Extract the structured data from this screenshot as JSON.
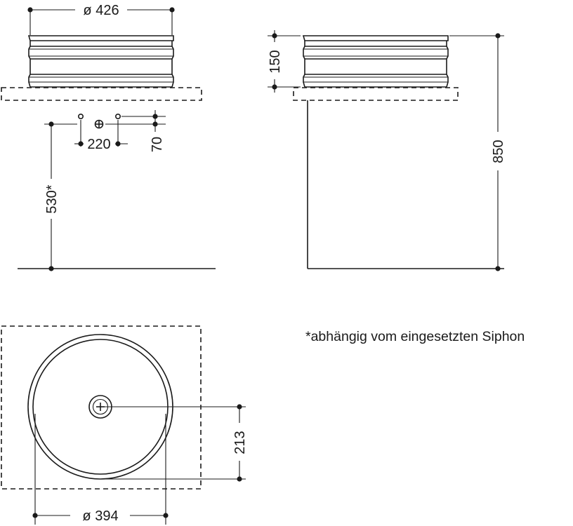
{
  "dimensions": {
    "top_diameter": "ø 426",
    "height_basin": "150",
    "total_height": "850",
    "drain_spacing": "220",
    "drain_offset": "70",
    "siphon_height": "530*",
    "drain_center": "213",
    "bottom_diameter": "ø 394"
  },
  "footnote": "*abhängig vom eingesetzten Siphon"
}
